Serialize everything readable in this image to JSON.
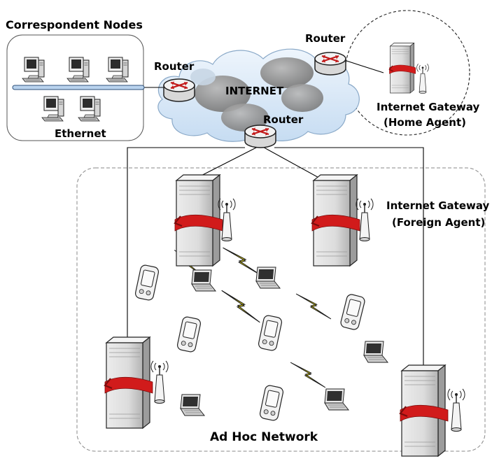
{
  "labels": {
    "correspondent_nodes": "Correspondent Nodes",
    "ethernet": "Ethernet",
    "internet": "INTERNET",
    "router_left": "Router",
    "router_top": "Router",
    "router_center": "Router",
    "home_gateway_line1": "Internet Gateway",
    "home_gateway_line2": "(Home Agent)",
    "foreign_gateway_line1": "Internet Gateway",
    "foreign_gateway_line2": "(Foreign Agent)",
    "adhoc_network": "Ad Hoc Network"
  },
  "colors": {
    "ethernet_bus": "#b9d3ee",
    "cloud": "#dce9f7",
    "cloud_puff": "#8c8c8c",
    "server_wrap": "#d11b1b",
    "bolt": "#ffef1a"
  }
}
